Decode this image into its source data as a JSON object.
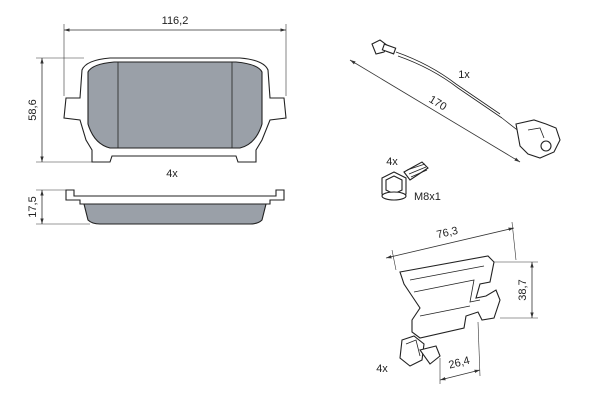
{
  "colors": {
    "line": "#222222",
    "pad_fill": "#9aa0a8",
    "background": "#ffffff"
  },
  "pad": {
    "width_label": "116,2",
    "height_label": "58,6",
    "thickness_label": "17,5",
    "quantity_label": "4x"
  },
  "wear_sensor": {
    "length_label": "170",
    "quantity_label": "1x"
  },
  "bolt": {
    "quantity_label": "4x",
    "thread_label": "M8x1"
  },
  "spring_clip": {
    "length_label": "76,3",
    "height_label": "38,7",
    "width_label": "26,4",
    "quantity_label": "4x"
  }
}
